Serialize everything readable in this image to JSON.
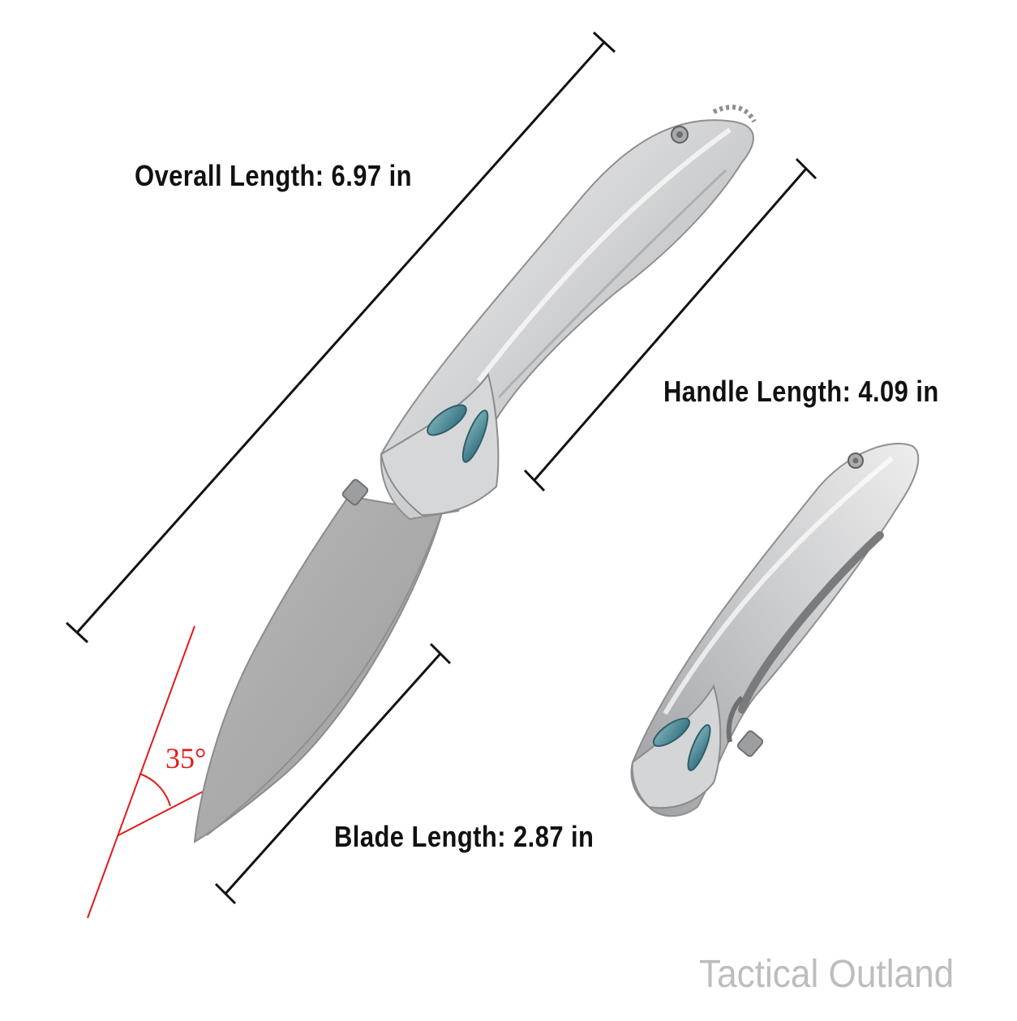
{
  "dimensions": {
    "overall_length": "Overall Length: 6.97 in",
    "handle_length": "Handle Length: 4.09 in",
    "blade_length": "Blade Length: 2.87 in",
    "edge_angle": "35°"
  },
  "watermark": "Tactical Outland",
  "colors": {
    "dimension_line": "#111111",
    "angle_line": "#e11b1b",
    "steel": "#c9cacc",
    "blade_stonewash": "#a9a9aa",
    "inlay_blue": "#4f8e9a",
    "watermark": "#bdbdbd"
  }
}
